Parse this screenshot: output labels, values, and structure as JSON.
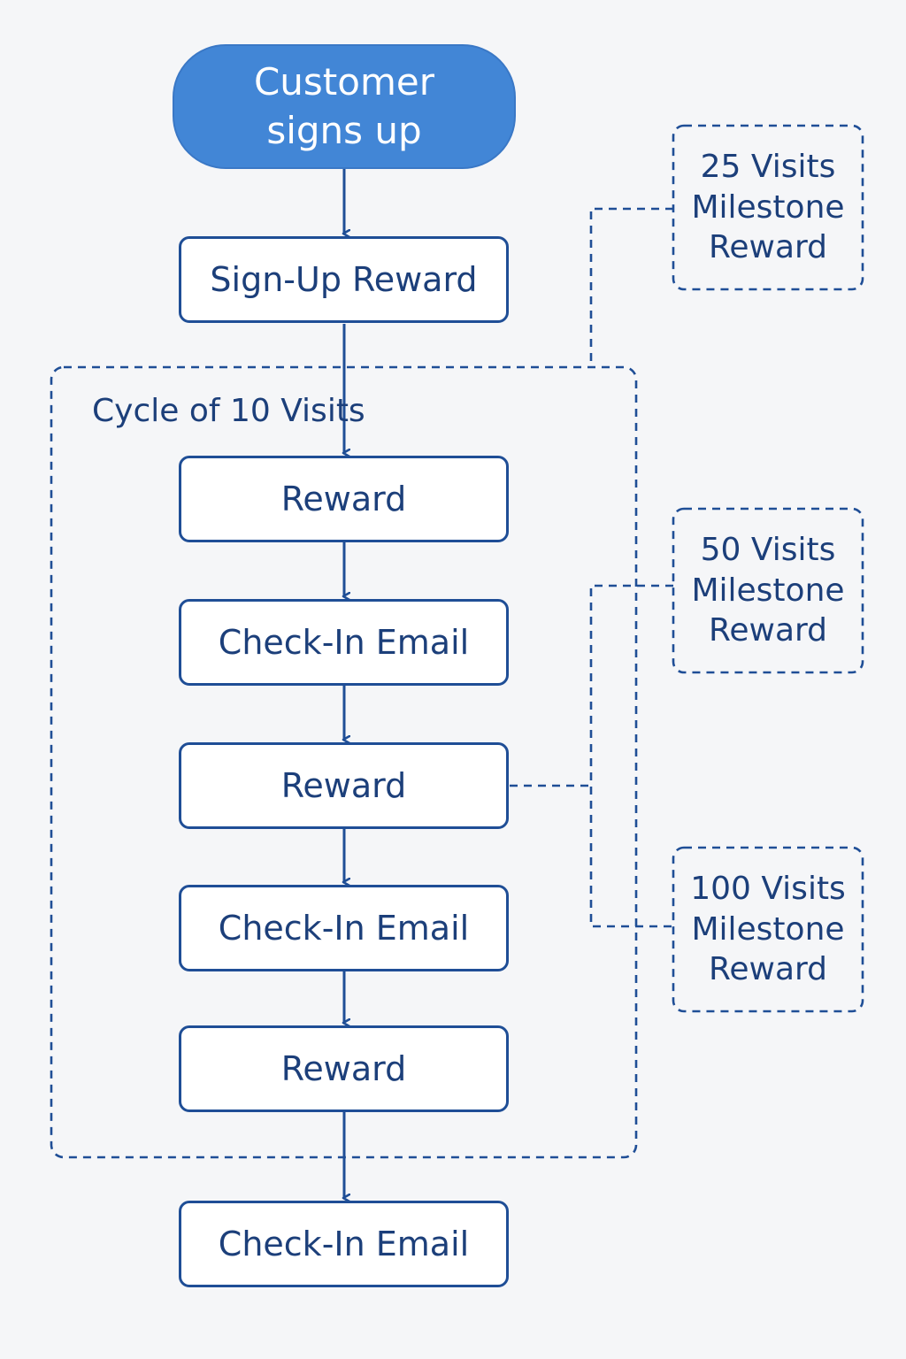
{
  "start": {
    "line1": "Customer",
    "line2": "signs up"
  },
  "steps": {
    "signup_reward": "Sign-Up Reward",
    "reward_1": "Reward",
    "checkin_1": "Check-In Email",
    "reward_2": "Reward",
    "checkin_2": "Check-In Email",
    "reward_3": "Reward",
    "checkin_final": "Check-In Email"
  },
  "cycle": {
    "label": "Cycle of 10 Visits"
  },
  "milestones": [
    {
      "line1": "25 Visits",
      "line2": "Milestone",
      "line3": "Reward"
    },
    {
      "line1": "50 Visits",
      "line2": "Milestone",
      "line3": "Reward"
    },
    {
      "line1": "100 Visits",
      "line2": "Milestone",
      "line3": "Reward"
    }
  ],
  "colors": {
    "start_fill": "#4286d6",
    "node_border": "#1f4e96",
    "text": "#1c3f7a",
    "background": "#f5f6f8"
  }
}
